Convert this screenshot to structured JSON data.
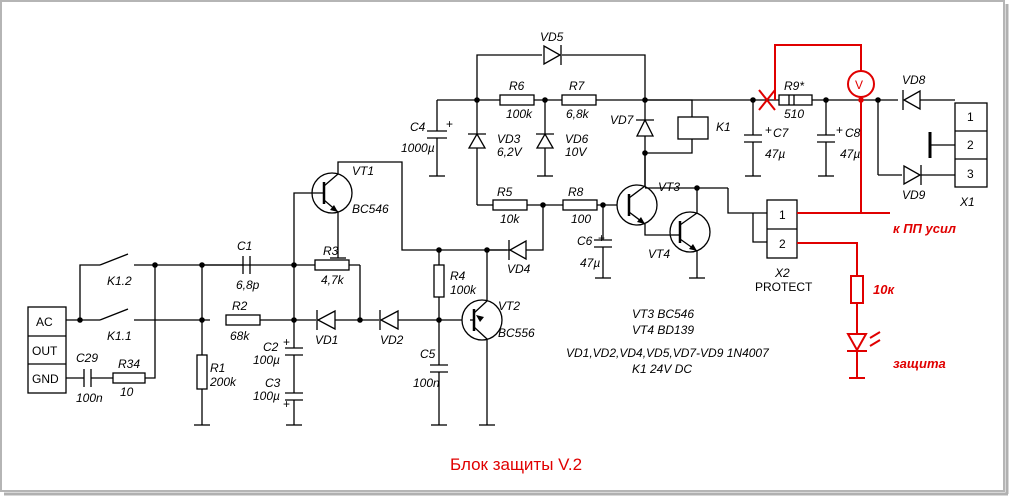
{
  "title": "Блок защиты V.2",
  "labels": {
    "vd5": "VD5",
    "r6": "R6",
    "r6v": "100k",
    "r7": "R7",
    "r7v": "6,8k",
    "r9": "R9*",
    "r9v": "510",
    "vd8": "VD8",
    "vd9": "VD9",
    "c4": "C4",
    "c4v": "1000µ",
    "vd3": "VD3",
    "vd3v": "6,2V",
    "vd6": "VD6",
    "vd6v": "10V",
    "vd7": "VD7",
    "k1": "K1",
    "c7": "C7",
    "c7v": "47µ",
    "c8": "C8",
    "c8v": "47µ",
    "vt1": "VT1",
    "vt1t": "BC546",
    "r5": "R5",
    "r5v": "10k",
    "r8": "R8",
    "r8v": "100",
    "vt3": "VT3",
    "vt4": "VT4",
    "c6": "C6",
    "c6v": "47µ",
    "vd4": "VD4",
    "x1": "X1",
    "x2": "X2",
    "protect": "PROTECT",
    "pin1": "1",
    "pin2": "2",
    "pin3": "3",
    "x2p1": "1",
    "x2p2": "2",
    "c1": "C1",
    "c1v": "6,8p",
    "r3": "R3",
    "r3v": "4,7k",
    "k12": "K1.2",
    "k11": "K1.1",
    "r2": "R2",
    "r2v": "68k",
    "vd1": "VD1",
    "vd2": "VD2",
    "r4": "R4",
    "r4v": "100k",
    "vt2": "VT2",
    "vt2t": "BC556",
    "ac": "AC",
    "out": "OUT",
    "gnd": "GND",
    "c29": "C29",
    "c29v": "100n",
    "r34": "R34",
    "r34v": "10",
    "r1": "R1",
    "r1v": "200k",
    "c2": "C2",
    "c2v": "100µ",
    "c3": "C3",
    "c3v": "100µ",
    "c5": "C5",
    "c5v": "100n",
    "meter": "V",
    "red_amp": "к  ПП  усил",
    "red_10k": "10к",
    "red_prot": "защита",
    "spec1": "VT3  BC546",
    "spec2": "VT4  BD139",
    "spec3": "VD1,VD2,VD4,VD5,VD7-VD9 1N4007",
    "spec4": "K1 24V DC"
  },
  "colors": {
    "wire": "#000000",
    "annotation": "#e00000",
    "background": "#ffffff",
    "frame": "#b5b5b5"
  }
}
